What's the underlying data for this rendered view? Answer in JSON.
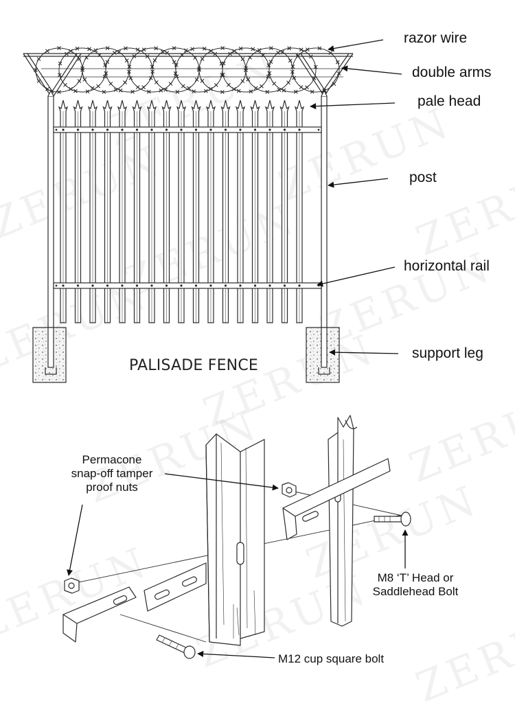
{
  "watermark": "ZERUN",
  "fence": {
    "title": "PALISADE FENCE",
    "labels": {
      "razor_wire": "razor wire",
      "double_arms": "double arms",
      "pale_head": "pale head",
      "post": "post",
      "horizontal_rail": "horizontal rail",
      "support_leg": "support leg"
    }
  },
  "assembly": {
    "labels": {
      "nuts_line1": "Permacone",
      "nuts_line2": "snap-off tamper",
      "nuts_line3": "proof nuts",
      "bolt_m8_line1": "M8 ‘T’ Head or",
      "bolt_m8_line2": "Saddlehead Bolt",
      "bolt_m12": "M12 cup square bolt"
    }
  },
  "colors": {
    "line": "#2a2a2a",
    "text": "#111111",
    "watermark": "#969696"
  }
}
